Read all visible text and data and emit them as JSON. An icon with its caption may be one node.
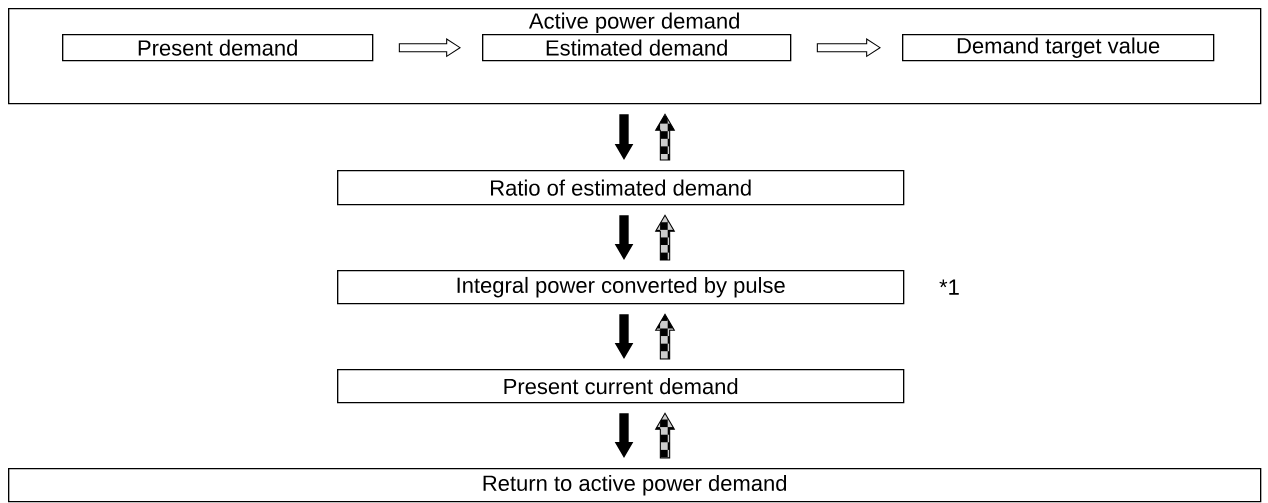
{
  "diagram": {
    "nodes": [
      {
        "text": [
          "Active power demand"
        ]
      },
      {
        "text": [
          "Present demand"
        ],
        "in": 0
      },
      {
        "text": [
          "Estimated demand"
        ],
        "in": 0
      },
      {
        "text": [
          "Demand target value"
        ],
        "in": 0
      },
      {
        "text": [
          "Ratio of estimated demand"
        ]
      },
      {
        "text": [
          "Integral power converted by pulse"
        ],
        "beside": [
          "*1"
        ]
      },
      {
        "text": [
          "Present current demand"
        ]
      },
      {
        "text": [
          "Return to active power demand"
        ]
      }
    ],
    "edges": [
      {
        "from": 1,
        "to": 2,
        "arrow": "to"
      },
      {
        "from": 2,
        "to": 3,
        "arrow": "to"
      },
      {
        "from": 0,
        "to": 4,
        "arrow": "to"
      },
      {
        "from": 4,
        "to": 0,
        "arrow": "to"
      },
      {
        "from": 4,
        "to": 5,
        "arrow": "to"
      },
      {
        "from": 5,
        "to": 4,
        "arrow": "to"
      },
      {
        "from": 5,
        "to": 6,
        "arrow": "to"
      },
      {
        "from": 6,
        "to": 5,
        "arrow": "to"
      },
      {
        "from": 6,
        "to": 7,
        "arrow": "to"
      },
      {
        "from": 7,
        "to": 6,
        "arrow": "to"
      }
    ]
  }
}
